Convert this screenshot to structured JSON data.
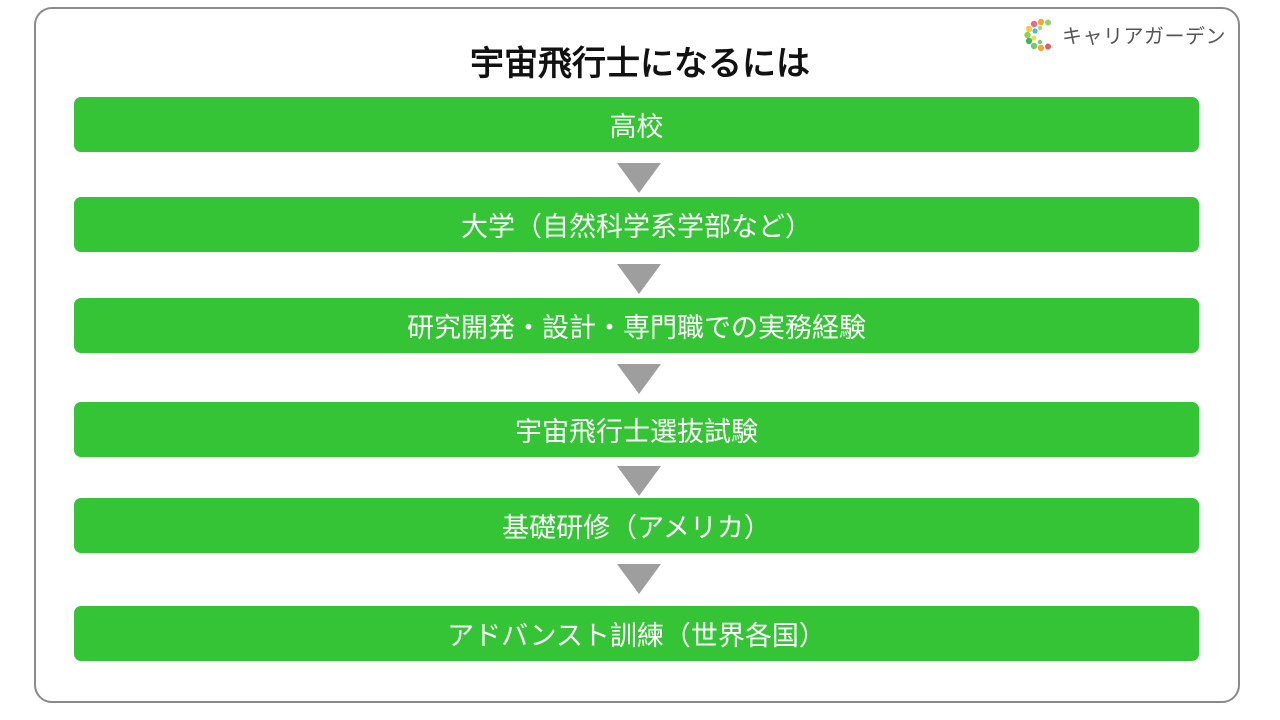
{
  "brand": {
    "name": "キャリアガーデン",
    "logo_icon": "leafy-c-logo"
  },
  "title": "宇宙飛行士になるには",
  "steps": [
    {
      "label": "高校"
    },
    {
      "label": "大学（自然科学系学部など）"
    },
    {
      "label": "研究開発・設計・専門職での実務経験"
    },
    {
      "label": "宇宙飛行士選抜試験"
    },
    {
      "label": "基礎研修（アメリカ）"
    },
    {
      "label": "アドバンスト訓練（世界各国）"
    }
  ],
  "colors": {
    "step_fill": "#36c437",
    "step_text": "#ffffff",
    "arrow": "#9e9e9e",
    "frame_border": "#8a8a8a"
  }
}
